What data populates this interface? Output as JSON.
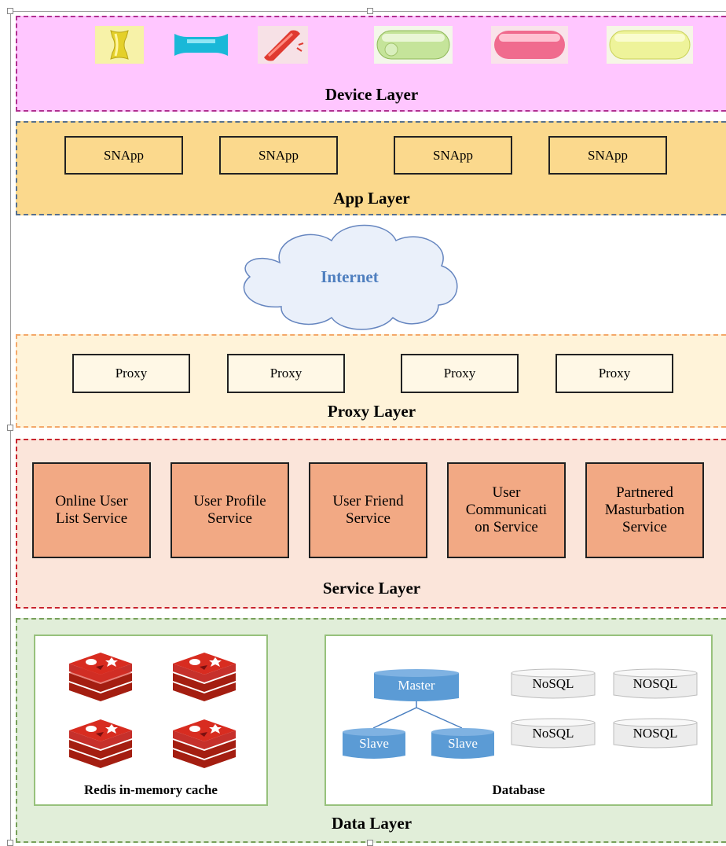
{
  "device_layer": {
    "title": "Device Layer",
    "color": "#ffc6ff",
    "border": "#c0208f"
  },
  "app_layer": {
    "title": "App Layer",
    "color": "#fbd98d",
    "apps": [
      "SNApp",
      "SNApp",
      "SNApp",
      "SNApp"
    ]
  },
  "internet": {
    "label": "Internet",
    "label_color": "#4f7fbf"
  },
  "proxy_layer": {
    "title": "Proxy Layer",
    "color": "#fff3d9",
    "proxies": [
      "Proxy",
      "Proxy",
      "Proxy",
      "Proxy"
    ]
  },
  "service_layer": {
    "title": "Service Layer",
    "color": "#fbe5da",
    "services": [
      "Online User List Service",
      "User Profile Service",
      "User Friend Service",
      "User Communication Service",
      "Partnered Masturbation Service"
    ],
    "service_lines": [
      [
        "Online User",
        "List Service"
      ],
      [
        "User Profile",
        "Service"
      ],
      [
        "User Friend",
        "Service"
      ],
      [
        "User",
        "Communicati",
        "on Service"
      ],
      [
        "Partnered",
        "Masturbation",
        "Service"
      ]
    ]
  },
  "data_layer": {
    "title": "Data Layer",
    "color": "#e1eed9",
    "cache": {
      "label": "Redis in-memory cache",
      "icon": "redis-logo-icon",
      "count": 4
    },
    "database": {
      "label": "Database",
      "master": "Master",
      "slaves": [
        "Slave",
        "Slave"
      ],
      "nosql": [
        "NoSQL",
        "NOSQL",
        "NoSQL",
        "NOSQL"
      ]
    }
  }
}
